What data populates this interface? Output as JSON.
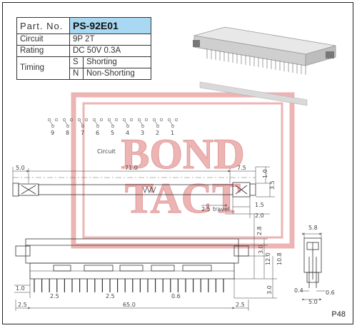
{
  "spec_table": {
    "part_no_label": "Part. No.",
    "part_no_value": "PS-92E01",
    "rows": {
      "circuit": {
        "label": "Circuit",
        "value": "9P 2T"
      },
      "rating": {
        "label": "Rating",
        "value": "DC 50V 0.3A"
      },
      "timing": {
        "label": "Timing",
        "s_code": "S",
        "s_value": "Shorting",
        "n_code": "N",
        "n_value": "Non-Shorting"
      }
    }
  },
  "circuit_diagram": {
    "label": "Circuit",
    "pin_numbers": [
      "9",
      "8",
      "7",
      "6",
      "5",
      "4",
      "3",
      "2",
      "1"
    ]
  },
  "watermark": {
    "line1": "BOND",
    "line2": "TACT",
    "color": "#e07878"
  },
  "top_view_dims": {
    "d_5_0": "5.0",
    "d_71_0": "71.0",
    "d_7_5": "7.5",
    "d_1_0": "1.0",
    "d_3_5": "3.5",
    "d_1_5": "1.5",
    "d_2_0": "2.0",
    "d_2_5": "2.5",
    "travel_label": "travel"
  },
  "front_view_dims": {
    "d_1_0": "1.0",
    "d_2_5_a": "2.5",
    "d_2_5_b": "2.5",
    "d_2_5_c": "2.5",
    "d_2_5_d": "2.5",
    "d_0_6": "0.6",
    "d_65_0": "65.0",
    "d_2_8": "2.8",
    "d_3_0": "3.0",
    "d_12_0": "12.0",
    "d_10_8": "10.8",
    "d_3_0_b": "3.0"
  },
  "side_view_dims": {
    "d_5_8": "5.8",
    "d_0_4": "0.4",
    "d_0_6": "0.6",
    "d_5_0": "5.0"
  },
  "page_number": "P48"
}
